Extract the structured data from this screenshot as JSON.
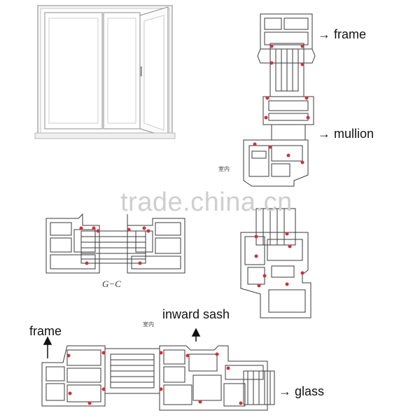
{
  "labels": {
    "frame_top": "→ frame",
    "mullion": "→ mullion",
    "inward_sash": "inward sash",
    "frame_bottom": "frame",
    "glass": "→ glass",
    "section": "G−C",
    "indoor_1": "室内",
    "indoor_2": "室内"
  },
  "watermark": "trade.china.cn",
  "colors": {
    "profile_stroke": "#3a3a3a",
    "gasket": "#d0303a",
    "glass_fill": "#f4f4f4",
    "background": "#ffffff"
  }
}
